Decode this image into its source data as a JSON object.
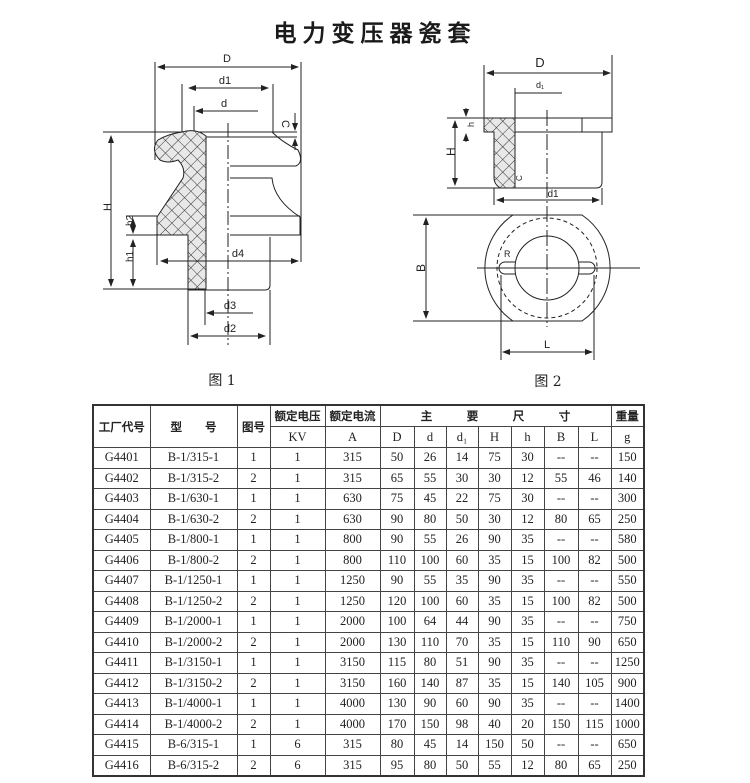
{
  "title": "电力变压器瓷套",
  "figure1": {
    "caption": "图 1",
    "labels": {
      "D": "D",
      "d1": "d1",
      "d": "d",
      "C": "C",
      "H": "H",
      "h2": "h2",
      "h1": "h1",
      "d4": "d4",
      "d3": "d3",
      "d2": "d2"
    }
  },
  "figure2": {
    "caption": "图 2",
    "labels": {
      "D": "D",
      "d_sub1": "d₁",
      "h": "h",
      "H": "H",
      "C": "C",
      "d1": "d1",
      "R": "R",
      "B": "B",
      "L": "L"
    }
  },
  "table": {
    "headers": {
      "code": "工厂代号",
      "model": "型　　号",
      "fig": "图号",
      "voltage": "额定电压",
      "voltage_unit": "KV",
      "current": "额定电流",
      "current_unit": "A",
      "dims_group": "主　　　要　　　尺　　　寸",
      "weight": "重量",
      "weight_unit": "g",
      "dims": [
        "D",
        "d",
        "d₁",
        "H",
        "h",
        "B",
        "L"
      ]
    },
    "rows": [
      [
        "G4401",
        "B-1/315-1",
        "1",
        "1",
        "315",
        "50",
        "26",
        "14",
        "75",
        "30",
        "--",
        "--",
        "150"
      ],
      [
        "G4402",
        "B-1/315-2",
        "2",
        "1",
        "315",
        "65",
        "55",
        "30",
        "30",
        "12",
        "55",
        "46",
        "140"
      ],
      [
        "G4403",
        "B-1/630-1",
        "1",
        "1",
        "630",
        "75",
        "45",
        "22",
        "75",
        "30",
        "--",
        "--",
        "300"
      ],
      [
        "G4404",
        "B-1/630-2",
        "2",
        "1",
        "630",
        "90",
        "80",
        "50",
        "30",
        "12",
        "80",
        "65",
        "250"
      ],
      [
        "G4405",
        "B-1/800-1",
        "1",
        "1",
        "800",
        "90",
        "55",
        "26",
        "90",
        "35",
        "--",
        "--",
        "580"
      ],
      [
        "G4406",
        "B-1/800-2",
        "2",
        "1",
        "800",
        "110",
        "100",
        "60",
        "35",
        "15",
        "100",
        "82",
        "500"
      ],
      [
        "G4407",
        "B-1/1250-1",
        "1",
        "1",
        "1250",
        "90",
        "55",
        "35",
        "90",
        "35",
        "--",
        "--",
        "550"
      ],
      [
        "G4408",
        "B-1/1250-2",
        "2",
        "1",
        "1250",
        "120",
        "100",
        "60",
        "35",
        "15",
        "100",
        "82",
        "500"
      ],
      [
        "G4409",
        "B-1/2000-1",
        "1",
        "1",
        "2000",
        "100",
        "64",
        "44",
        "90",
        "35",
        "--",
        "--",
        "750"
      ],
      [
        "G4410",
        "B-1/2000-2",
        "2",
        "1",
        "2000",
        "130",
        "110",
        "70",
        "35",
        "15",
        "110",
        "90",
        "650"
      ],
      [
        "G4411",
        "B-1/3150-1",
        "1",
        "1",
        "3150",
        "115",
        "80",
        "51",
        "90",
        "35",
        "--",
        "--",
        "1250"
      ],
      [
        "G4412",
        "B-1/3150-2",
        "2",
        "1",
        "3150",
        "160",
        "140",
        "87",
        "35",
        "15",
        "140",
        "105",
        "900"
      ],
      [
        "G4413",
        "B-1/4000-1",
        "1",
        "1",
        "4000",
        "130",
        "90",
        "60",
        "90",
        "35",
        "--",
        "--",
        "1400"
      ],
      [
        "G4414",
        "B-1/4000-2",
        "2",
        "1",
        "4000",
        "170",
        "150",
        "98",
        "40",
        "20",
        "150",
        "115",
        "1000"
      ],
      [
        "G4415",
        "B-6/315-1",
        "1",
        "6",
        "315",
        "80",
        "45",
        "14",
        "150",
        "50",
        "--",
        "--",
        "650"
      ],
      [
        "G4416",
        "B-6/315-2",
        "2",
        "6",
        "315",
        "95",
        "80",
        "50",
        "55",
        "12",
        "80",
        "65",
        "250"
      ]
    ]
  }
}
